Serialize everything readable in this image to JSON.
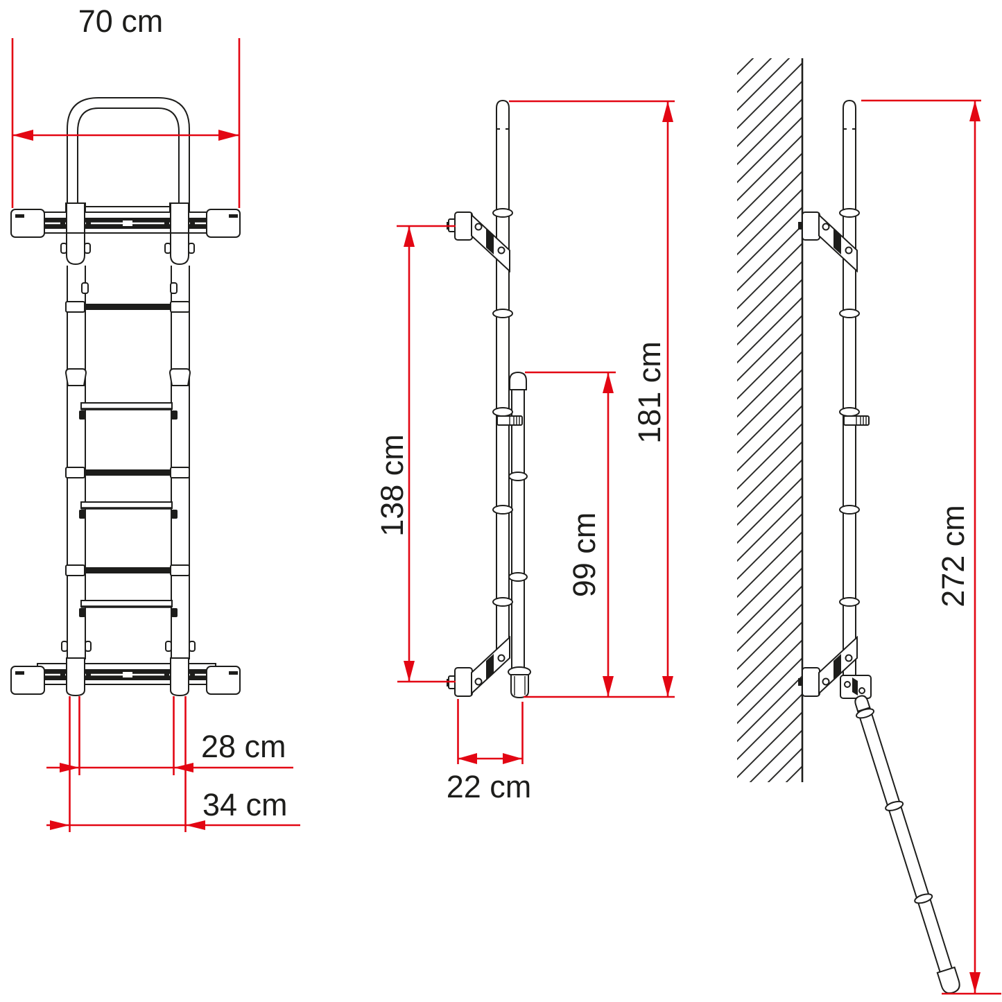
{
  "diagram": {
    "type": "ladder-dimension-drawing",
    "views": {
      "front": "front-view-folded-ladder",
      "side": "side-view-folded-ladder",
      "wall": "side-view-wall-mounted-deployed"
    }
  },
  "colors": {
    "dimension_red": "#e30613",
    "line_dark": "#1d1d1b",
    "background": "#ffffff"
  },
  "dims": {
    "front_top_width": "70 cm",
    "front_rail_spacing": "28 cm",
    "front_foot_spacing": "34 cm",
    "side_bracket_span": "138 cm",
    "side_inner_height": "99 cm",
    "side_total_height": "181 cm",
    "side_depth": "22 cm",
    "wall_total_reach": "272 cm"
  }
}
